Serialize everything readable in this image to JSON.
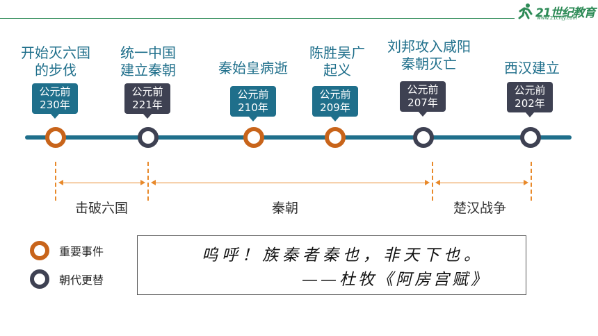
{
  "logo": {
    "brand": "21世纪教育",
    "url": "www.21cnjy.com"
  },
  "events": [
    {
      "title": "开始灭六国的步伐",
      "line1": "开始灭六国",
      "line2": "的步伐",
      "date_prefix": "公元前",
      "year": "230年",
      "kind": "event"
    },
    {
      "title": "统一中国建立秦朝",
      "line1": "统一中国",
      "line2": "建立秦朝",
      "date_prefix": "公元前",
      "year": "221年",
      "kind": "dynasty"
    },
    {
      "title": "秦始皇病逝",
      "line1": "秦始皇病逝",
      "line2": "",
      "date_prefix": "公元前",
      "year": "210年",
      "kind": "event"
    },
    {
      "title": "陈胜吴广起义",
      "line1": "陈胜吴广",
      "line2": "起义",
      "date_prefix": "公元前",
      "year": "209年",
      "kind": "event"
    },
    {
      "title": "刘邦攻入咸阳秦朝灭亡",
      "line1": "刘邦攻入咸阳",
      "line2": "秦朝灭亡",
      "date_prefix": "公元前",
      "year": "207年",
      "kind": "dynasty"
    },
    {
      "title": "西汉建立",
      "line1": "西汉建立",
      "line2": "",
      "date_prefix": "公元前",
      "year": "202年",
      "kind": "dynasty"
    }
  ],
  "periods": [
    {
      "label": "击破六国"
    },
    {
      "label": "秦朝"
    },
    {
      "label": "楚汉战争"
    }
  ],
  "legend": {
    "event": "重要事件",
    "dynasty": "朝代更替"
  },
  "quote": {
    "text": "呜呼！族秦者秦也，非天下也。",
    "source": "——杜牧《阿房宫赋》"
  },
  "colors": {
    "teal": "#1f6f8b",
    "orange": "#c8641a",
    "dark": "#3e4152",
    "dash": "#e8892a"
  }
}
